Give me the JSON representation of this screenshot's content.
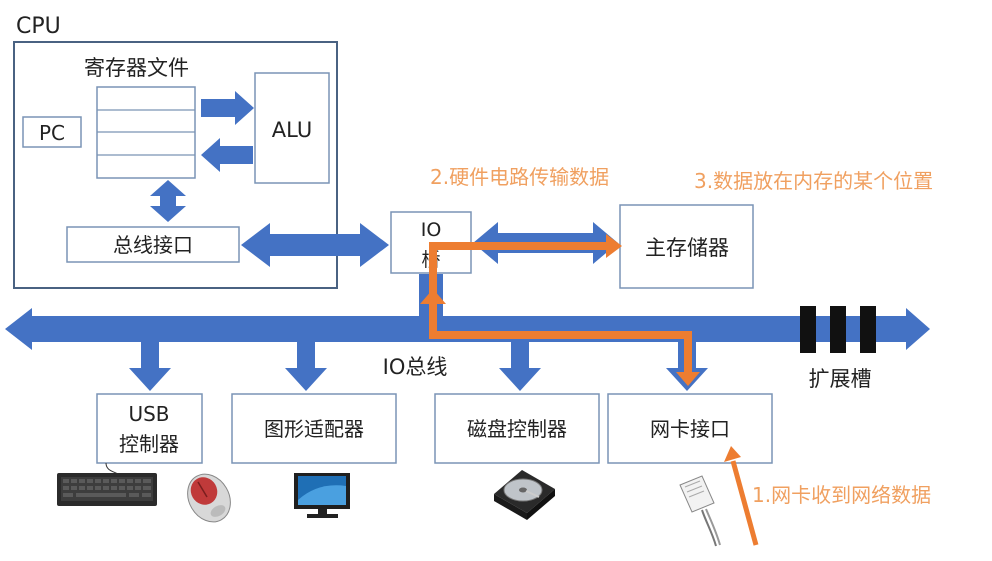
{
  "cpu": {
    "label": "CPU",
    "register_file_label": "寄存器文件",
    "pc_label": "PC",
    "alu_label": "ALU",
    "bus_interface_label": "总线接口"
  },
  "io_bridge_label_top": "IO",
  "io_bridge_label_bottom": "桥",
  "main_memory_label": "主存储器",
  "io_bus_label": "IO总线",
  "expansion_slots_label": "扩展槽",
  "devices": {
    "usb_line1": "USB",
    "usb_line2": "控制器",
    "graphics": "图形适配器",
    "disk": "磁盘控制器",
    "nic": "网卡接口"
  },
  "annotations": {
    "step1": "1.网卡收到网络数据",
    "step2": "2.硬件电路传输数据",
    "step3": "3.数据放在内存的某个位置"
  },
  "colors": {
    "bus_blue": "#4472c4",
    "box_border": "#7a94b5",
    "cpu_border": "#4a6282",
    "path_orange": "#ed7d31",
    "annotation_orange": "#f0a060"
  },
  "icons": [
    "keyboard-icon",
    "mouse-icon",
    "monitor-icon",
    "hard-disk-icon",
    "network-cable-icon"
  ]
}
